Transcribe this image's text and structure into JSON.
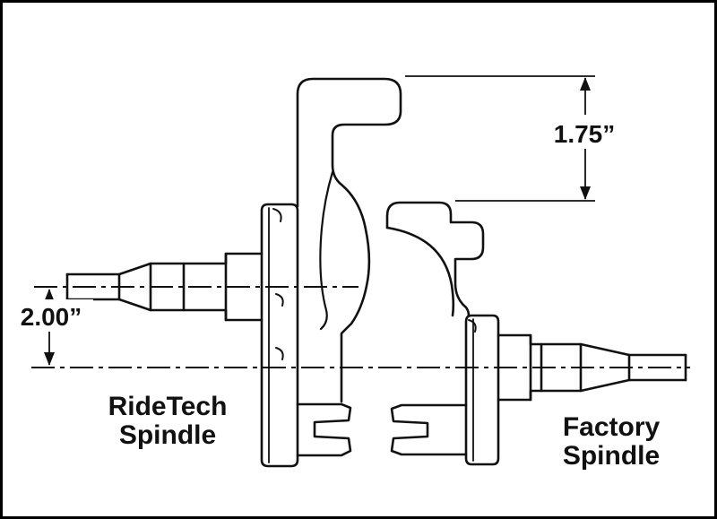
{
  "figure": {
    "background": "#ffffff",
    "line_color": "#111111",
    "border_color": "#000000"
  },
  "dimensions": {
    "arm_height_difference": "1.75”",
    "spindle_drop": "2.00”"
  },
  "labels": {
    "left": {
      "line1": "RideTech",
      "line2": "Spindle"
    },
    "right": {
      "line1": "Factory",
      "line2": "Spindle"
    }
  }
}
